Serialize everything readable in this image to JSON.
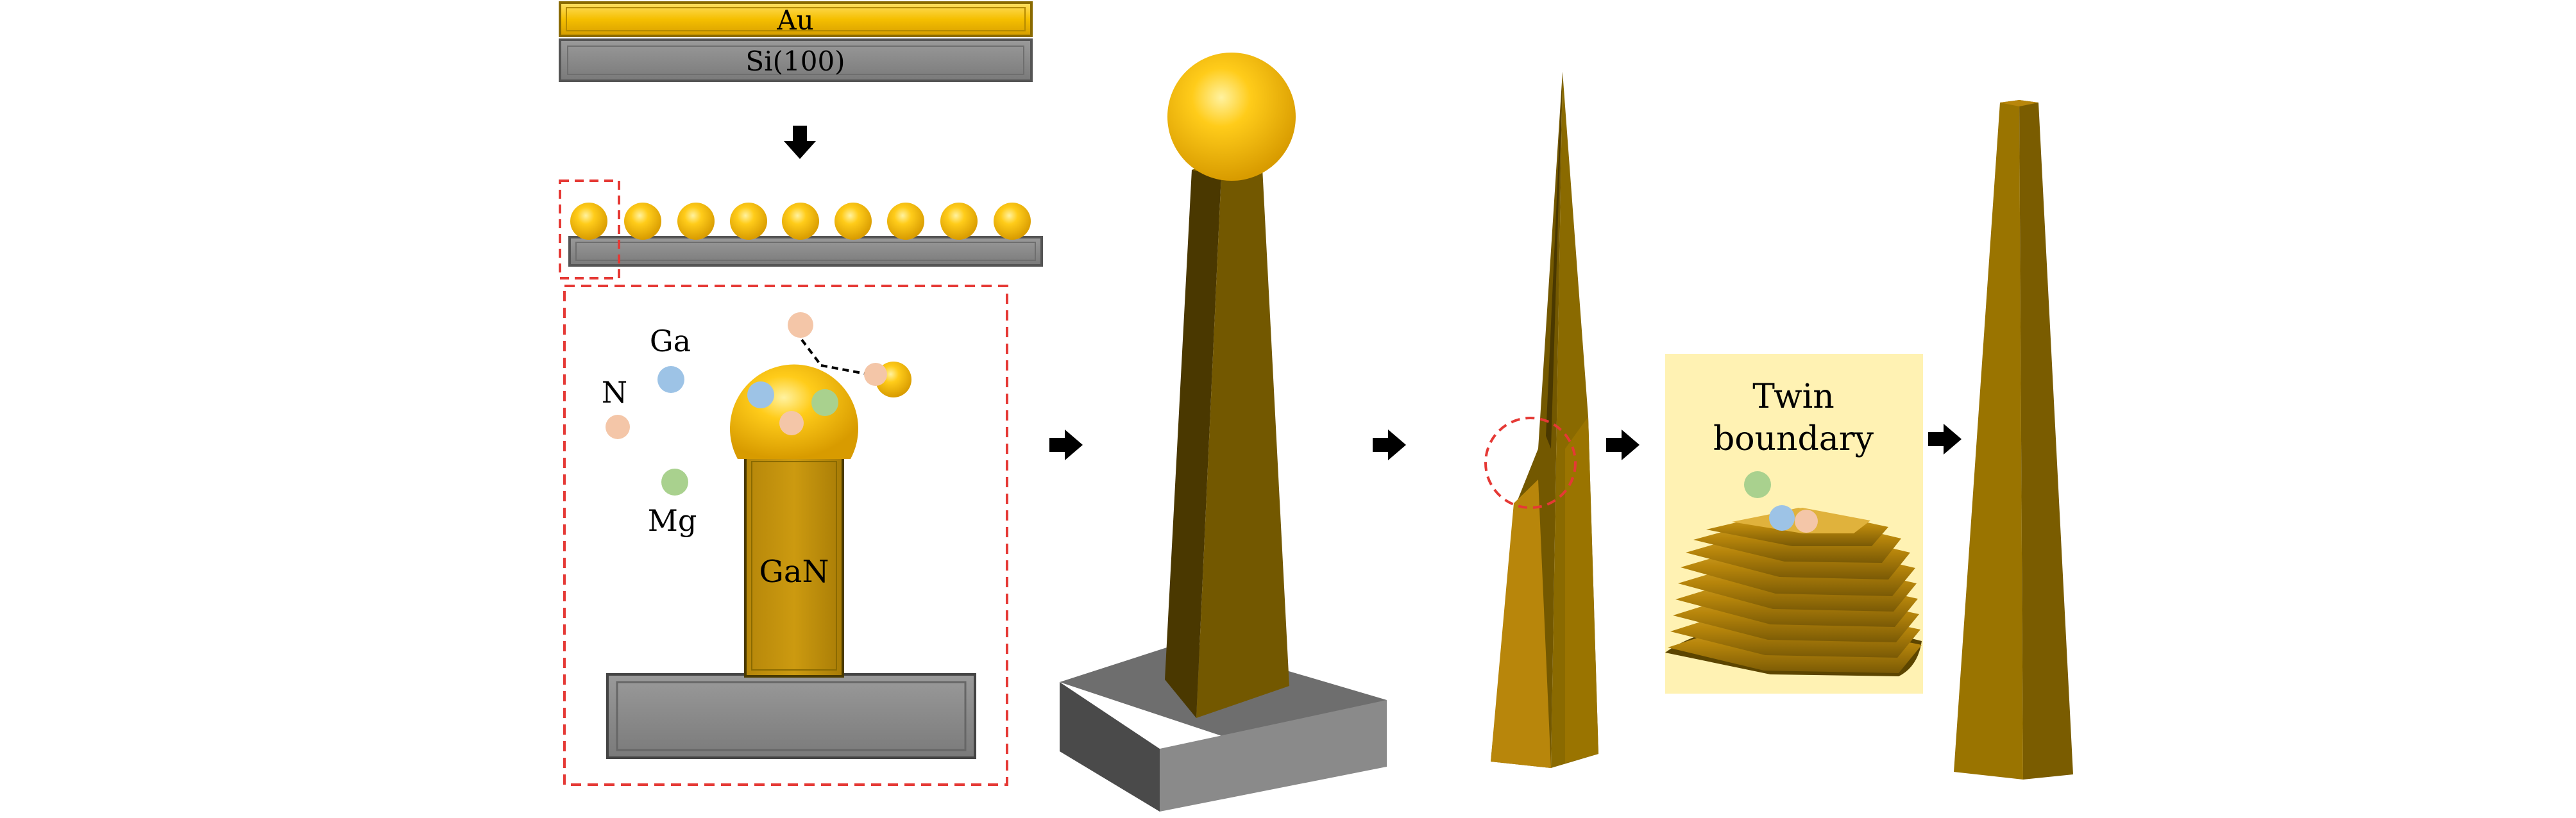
{
  "labels": {
    "au_layer": "Au",
    "si_substrate": "Si(100)",
    "ga": "Ga",
    "n": "N",
    "mg": "Mg",
    "gan": "GaN",
    "twin_line1": "Twin",
    "twin_line2": "boundary"
  },
  "colors": {
    "gold": "#F5B800",
    "gold_dark": "#C28F00",
    "gan_body": "#C8960A",
    "nanowire_light": "#8A6A00",
    "nanowire_dark": "#5A4500",
    "substrate": "#8C8C8C",
    "substrate_dark": "#5A5A5A",
    "dashed_red": "#E53935",
    "twin_bg": "#FFF2B3",
    "ga_atom": "#9DC3E6",
    "n_atom": "#F4C6A8",
    "mg_atom": "#A9D18E",
    "arrow": "#000000"
  }
}
